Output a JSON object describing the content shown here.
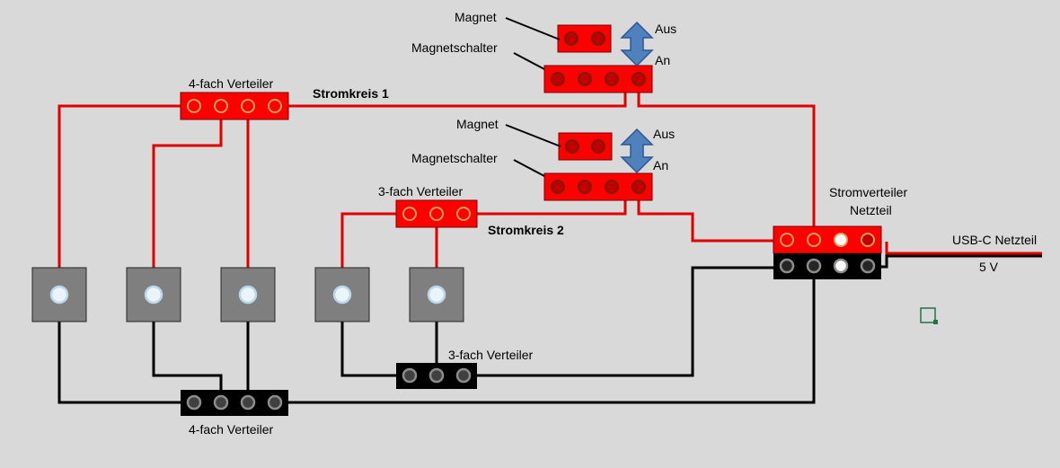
{
  "labels": {
    "magnet_top": "Magnet",
    "magnetschalter_top": "Magnetschalter",
    "aus_top": "Aus",
    "an_top": "An",
    "vierfach_top": "4-fach Verteiler",
    "stromkreis1": "Stromkreis 1",
    "magnet_mid": "Magnet",
    "magnetschalter_mid": "Magnetschalter",
    "aus_mid": "Aus",
    "an_mid": "An",
    "dreifach_top": "3-fach Verteiler",
    "stromkreis2": "Stromkreis 2",
    "stromverteiler_line1": "Stromverteiler",
    "stromverteiler_line2": "Netzteil",
    "usbc": "USB-C Netzteil",
    "volt": "5 V",
    "dreifach_bottom": "3-fach Verteiler",
    "vierfach_bottom": "4-fach Verteiler"
  },
  "colors": {
    "background": "#d9d9d9",
    "red_wire": "#e00000",
    "black_wire": "#000000",
    "red_block": "#ff0000",
    "black_block": "#000000",
    "button_body": "#7f7f7f",
    "arrow": "#4f81bd",
    "marker": "#217346"
  },
  "icons": [
    "push-button-icon",
    "double-arrow-icon",
    "selection-handle-icon"
  ]
}
